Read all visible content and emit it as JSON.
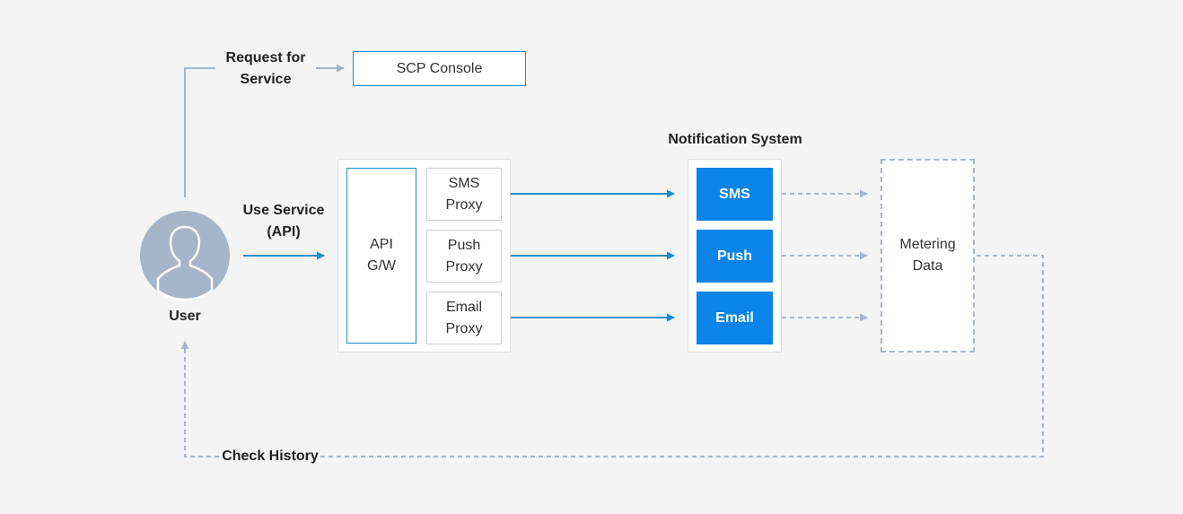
{
  "labels": {
    "request": "Request for\nService",
    "use_service": "Use Service\n(API)",
    "user": "User",
    "notification_system": "Notification System",
    "check_history": "Check History"
  },
  "boxes": {
    "scp_console": "SCP Console",
    "api_gw": "API\nG/W",
    "sms_proxy": "SMS\nProxy",
    "push_proxy": "Push\nProxy",
    "email_proxy": "Email\nProxy",
    "sms": "SMS",
    "push": "Push",
    "email": "Email",
    "metering": "Metering\nData"
  },
  "colors": {
    "background": "#f4f4f4",
    "accent_blue": "#0a84e8",
    "api_line_blue": "#1a8fc9",
    "dashed_gray": "#a6b6c8",
    "avatar_fill": "#a6b6c8"
  },
  "icons": {
    "user": "user-avatar-icon"
  }
}
